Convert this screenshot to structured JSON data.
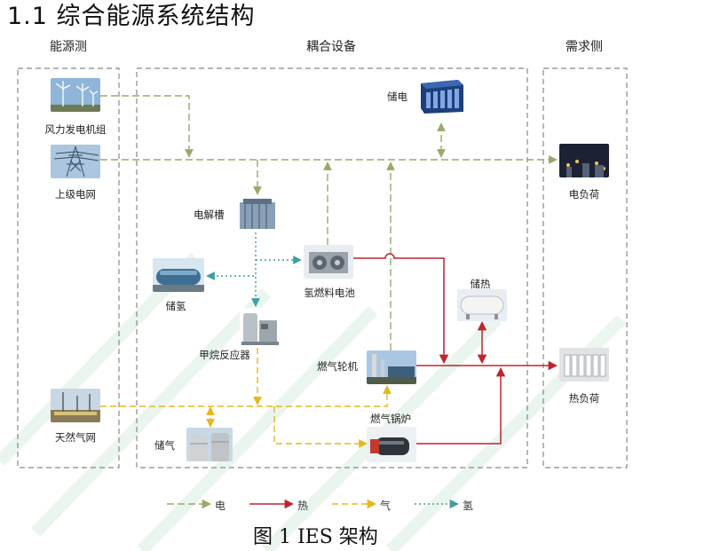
{
  "heading": "1.1 综合能源系统结构",
  "columns": {
    "source": "能源测",
    "coupling": "耦合设备",
    "demand": "需求侧"
  },
  "nodes": {
    "wind": "风力发电机组",
    "grid": "上级电网",
    "gas_grid": "天然气网",
    "battery": "储电",
    "electrolyzer": "电解槽",
    "hydrogen_storage": "储氢",
    "fuel_cell": "氢燃料电池",
    "methanation": "甲烷反应器",
    "gas_turbine": "燃气轮机",
    "gas_boiler": "燃气锅炉",
    "gas_storage": "储气",
    "heat_storage": "储热",
    "elec_load": "电负荷",
    "heat_load": "热负荷"
  },
  "legend": {
    "electricity": "电",
    "heat": "热",
    "gas": "气",
    "hydrogen": "氢"
  },
  "colors": {
    "electricity": "#9aa86a",
    "heat": "#c0242b",
    "gas": "#e3b81e",
    "hydrogen": "#3f9ea0",
    "frame": "#888888"
  },
  "caption": "图 1   IES 架构"
}
